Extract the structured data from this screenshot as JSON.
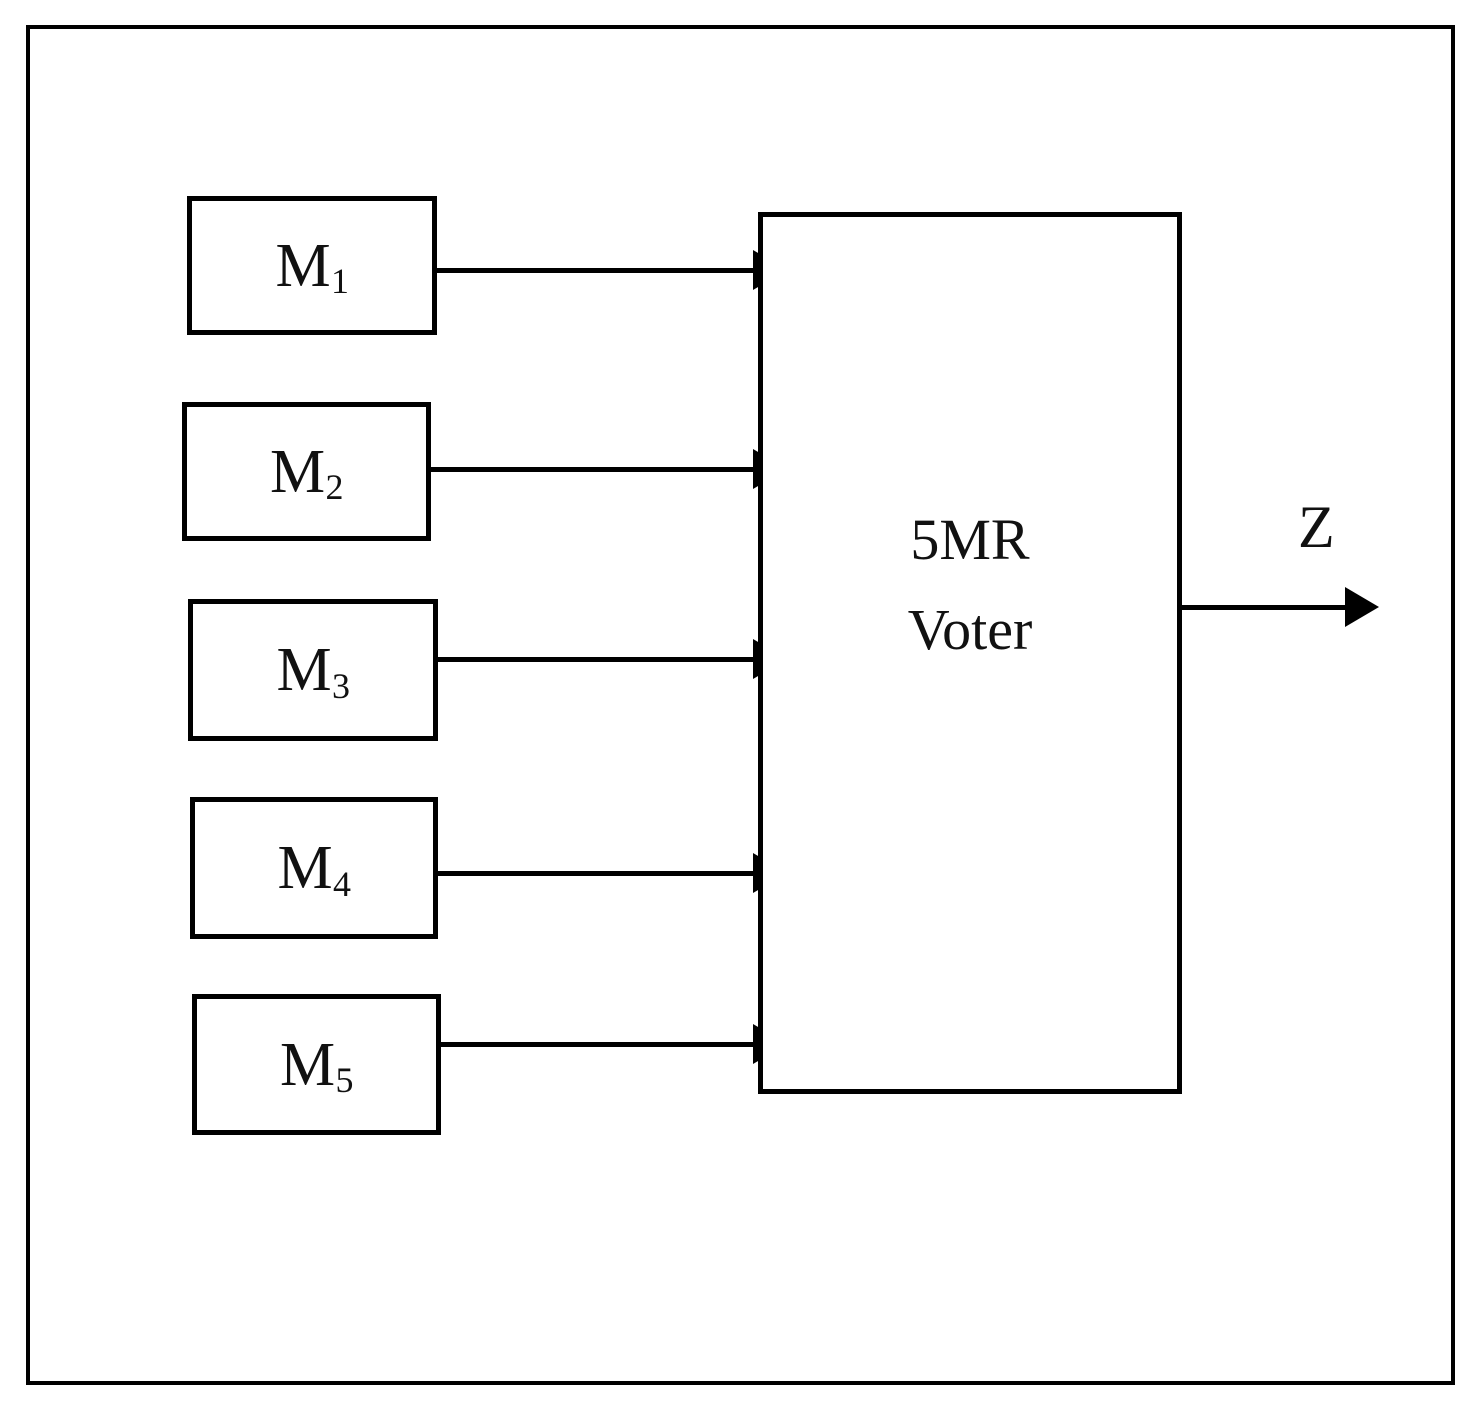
{
  "figure": {
    "type": "block-diagram",
    "title_text": "",
    "frame": {
      "stroke_color": "#000000",
      "fill_color": "#ffffff"
    },
    "modules": [
      {
        "id": "m1",
        "label_main": "M",
        "label_sub": "1"
      },
      {
        "id": "m2",
        "label_main": "M",
        "label_sub": "2"
      },
      {
        "id": "m3",
        "label_main": "M",
        "label_sub": "3"
      },
      {
        "id": "m4",
        "label_main": "M",
        "label_sub": "4"
      },
      {
        "id": "m5",
        "label_main": "M",
        "label_sub": "5"
      }
    ],
    "voter": {
      "line1": "5MR",
      "line2": "Voter"
    },
    "output": {
      "label": "Z"
    }
  }
}
